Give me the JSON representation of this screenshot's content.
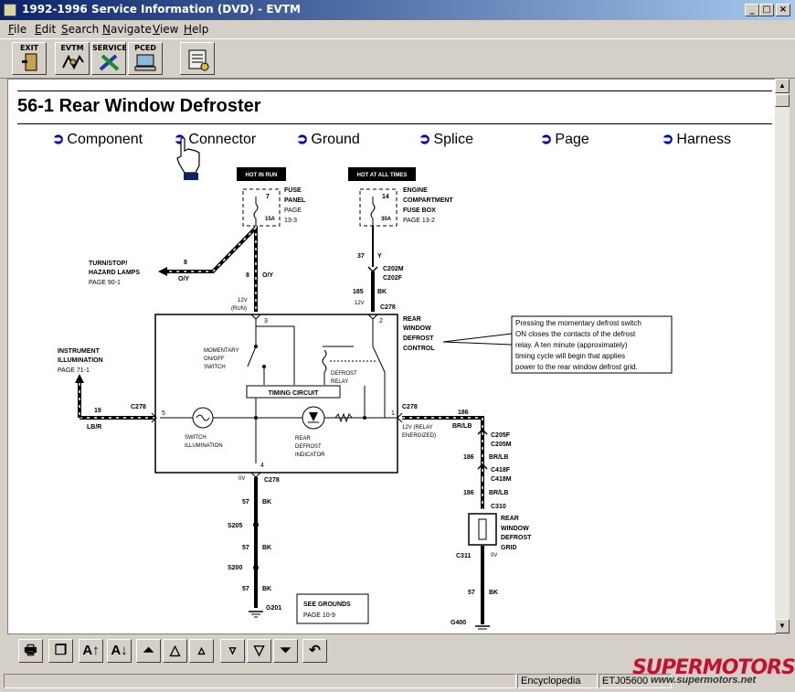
{
  "window": {
    "title": "1992-1996 Service Information (DVD) - EVTM"
  },
  "menu": [
    "File",
    "Edit",
    "Search",
    "Navigate",
    "View",
    "Help"
  ],
  "toolbar": [
    {
      "label": "EXIT",
      "icon": "exit-door-icon"
    },
    {
      "label": "EVTM",
      "icon": "evtm-wiring-icon"
    },
    {
      "label": "SERVICE",
      "icon": "service-tools-icon"
    },
    {
      "label": "PCED",
      "icon": "pced-computer-icon"
    },
    {
      "label": "",
      "icon": "document-list-icon"
    }
  ],
  "page": {
    "title": "56-1 Rear Window Defroster",
    "nav": [
      "Component",
      "Connector",
      "Ground",
      "Splice",
      "Page",
      "Harness"
    ]
  },
  "diagram": {
    "hot_left": "HOT IN RUN",
    "hot_right": "HOT AT ALL TIMES",
    "fuse_panel": {
      "fuse": "7",
      "amps": "15A",
      "l1": "FUSE",
      "l2": "PANEL",
      "l3": "PAGE",
      "l4": "13-3"
    },
    "engine_box": {
      "fuse": "14",
      "amps": "30A",
      "l1": "ENGINE",
      "l2": "COMPARTMENT",
      "l3": "FUSE BOX",
      "l4": "PAGE 13-2"
    },
    "turn": {
      "l1": "TURN/STOP/",
      "l2": "HAZARD LAMPS",
      "l3": "PAGE 90-1",
      "circuit": "8",
      "color": "O/Y"
    },
    "left_feed": {
      "circuit": "8",
      "color": "O/Y"
    },
    "right_feed": {
      "circuit": "37",
      "color": "Y",
      "c1": "C202M",
      "c2": "C202F",
      "circuit2": "185",
      "color2": "BK"
    },
    "pin3_label_1": "12V",
    "pin3_label_2": "(RUN)",
    "pin2_label": "12V",
    "c278": "C278",
    "control": {
      "l1": "REAR",
      "l2": "WINDOW",
      "l3": "DEFROST",
      "l4": "CONTROL"
    },
    "note": [
      "Pressing the momentary defrost switch",
      "ON closes the contacts of the defrost",
      "relay. A ten  minute (approximately)",
      "timing cycle will begin that applies",
      "power to the rear window defrost grid."
    ],
    "momentary": [
      "MOMENTARY",
      "ON/OFF",
      "SWITCH"
    ],
    "defrost_relay": [
      "DEFROST",
      "RELAY"
    ],
    "timing": "TIMING CIRCUIT",
    "switch_illum": [
      "SWITCH",
      "ILLUMINATION"
    ],
    "rear_ind": [
      "REAR",
      "DEFROST",
      "INDICATOR"
    ],
    "pins": {
      "p1": "1",
      "p2": "2",
      "p3": "3",
      "p4": "4",
      "p5": "5"
    },
    "pin1_label": [
      "12V (RELAY",
      "ENERGIZED)"
    ],
    "instrument": {
      "l1": "INSTRUMENT",
      "l2": "ILLUMINATION",
      "l3": "PAGE 71-1",
      "circuit": "19",
      "color": "LB/R"
    },
    "ground_side": {
      "pin4_label": "0V",
      "circuit": "57",
      "color": "BK",
      "s1": "S205",
      "s2": "S200",
      "g": "G201"
    },
    "see_grounds": {
      "l1": "SEE GROUNDS",
      "l2": "PAGE 10-9"
    },
    "output": {
      "circuit": "186",
      "color": "BR/LB",
      "c205f": "C205F",
      "c205m": "C205M",
      "c418f": "C418F",
      "c418m": "C418M",
      "c310": "C310",
      "c311": "C311",
      "c311v": "0V",
      "grid": [
        "REAR",
        "WINDOW",
        "DEFROST",
        "GRID"
      ],
      "gcircuit": "57",
      "gcolor": "BK",
      "g": "G400"
    }
  },
  "status": {
    "panel1": "Encyclopedia",
    "panel2": "ETJ05600"
  },
  "watermark": {
    "brand": "SUPERMOTORS",
    "url": "www.supermotors.net"
  }
}
